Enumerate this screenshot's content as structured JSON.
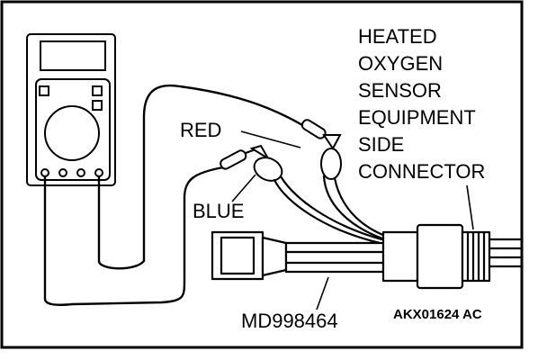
{
  "labels": {
    "connector_title": [
      "HEATED",
      "OXYGEN",
      "SENSOR",
      "EQUIPMENT",
      "SIDE",
      "CONNECTOR"
    ],
    "red": "RED",
    "blue": "BLUE",
    "tool": "MD998464",
    "figure_code": "AKX01624 AC"
  }
}
